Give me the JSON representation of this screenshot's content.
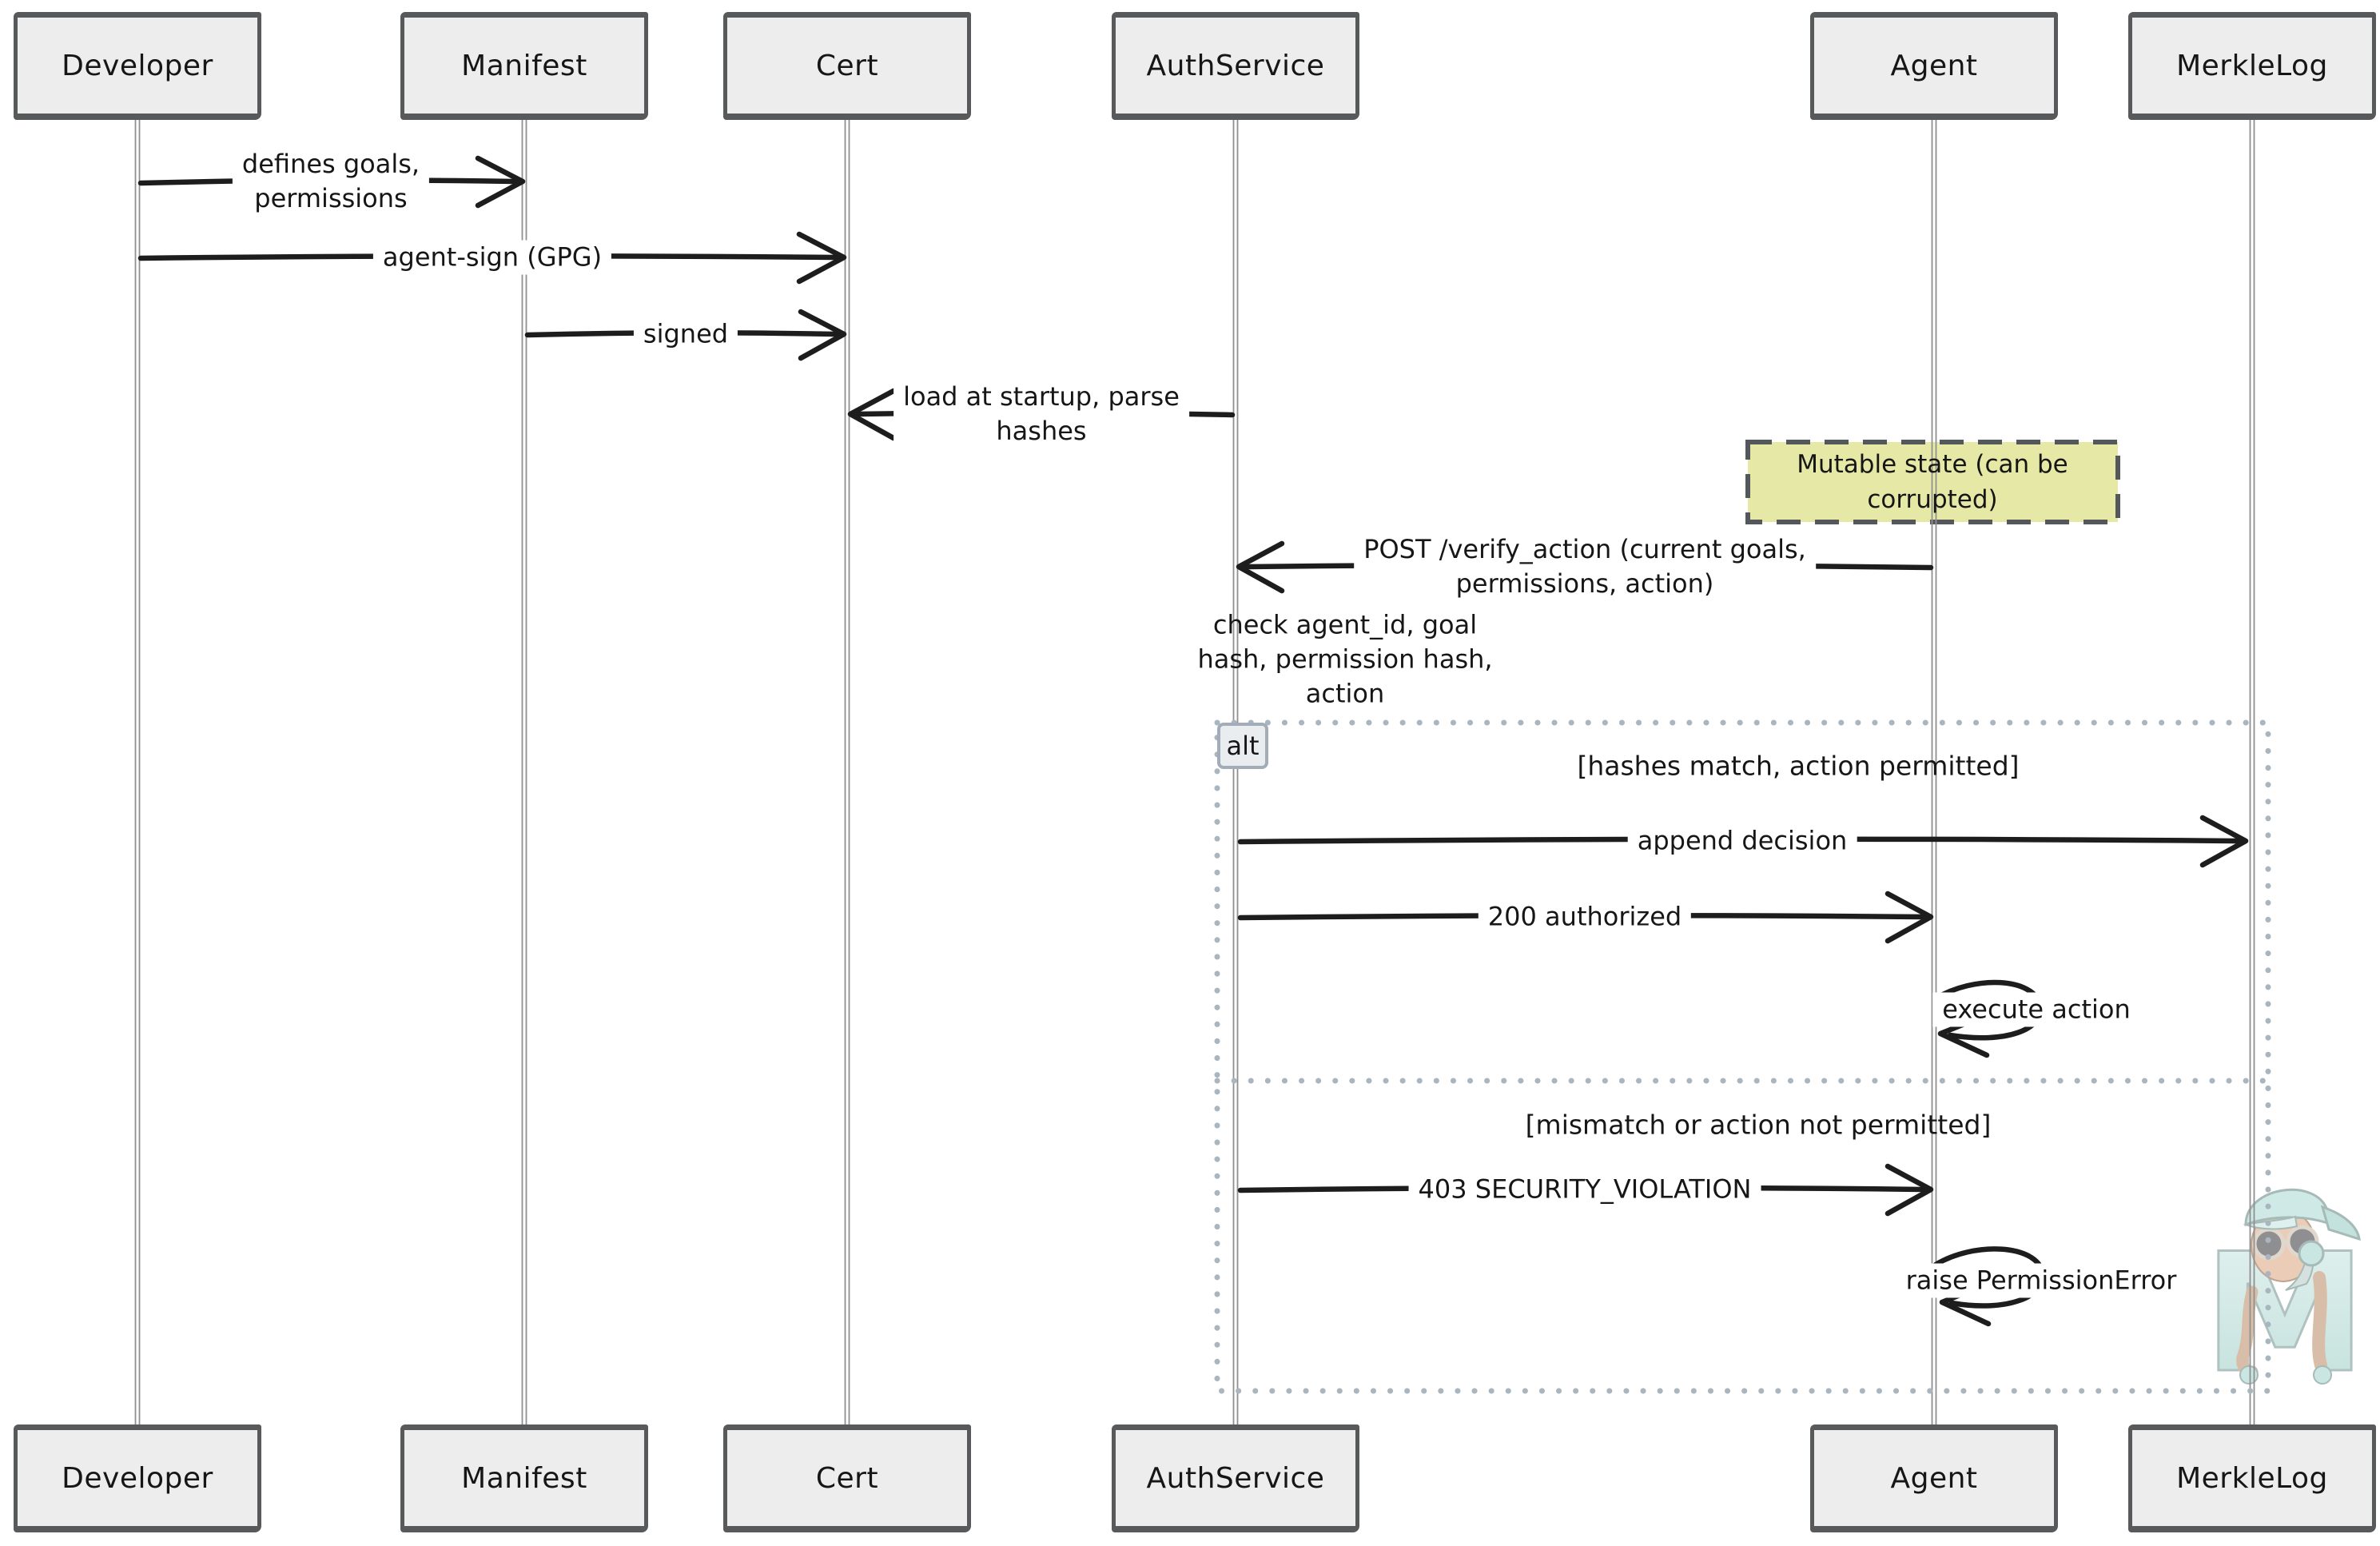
{
  "diagram": {
    "kind": "sequence-diagram",
    "actors": [
      {
        "label": "Developer"
      },
      {
        "label": "Manifest"
      },
      {
        "label": "Cert"
      },
      {
        "label": "AuthService"
      },
      {
        "label": "Agent"
      },
      {
        "label": "MerkleLog"
      }
    ],
    "messages": [
      {
        "lines": [
          "defines goals,",
          "permissions"
        ],
        "from": "Developer",
        "to": "Manifest"
      },
      {
        "lines": [
          "agent-sign (GPG)"
        ],
        "from": "Developer",
        "to": "Cert"
      },
      {
        "lines": [
          "signed"
        ],
        "from": "Manifest",
        "to": "Cert"
      },
      {
        "lines": [
          "load at startup, parse",
          "hashes"
        ],
        "from": "AuthService",
        "to": "Cert"
      },
      {
        "lines": [
          "POST /verify_action (current goals,",
          "permissions, action)"
        ],
        "from": "Agent",
        "to": "AuthService"
      },
      {
        "lines": [
          "check agent_id, goal",
          "hash, permission hash,",
          "action"
        ],
        "from": "AuthService",
        "to": "AuthService"
      },
      {
        "lines": [
          "append decision"
        ],
        "from": "AuthService",
        "to": "MerkleLog"
      },
      {
        "lines": [
          "200 authorized"
        ],
        "from": "AuthService",
        "to": "Agent"
      },
      {
        "lines": [
          "execute action"
        ],
        "from": "Agent",
        "to": "Agent"
      },
      {
        "lines": [
          "403 SECURITY_VIOLATION"
        ],
        "from": "AuthService",
        "to": "Agent"
      },
      {
        "lines": [
          "raise PermissionError"
        ],
        "from": "Agent",
        "to": "Agent"
      }
    ],
    "note": {
      "lines": [
        "Mutable state (can be",
        "corrupted)"
      ],
      "over": "Agent"
    },
    "alt": {
      "label": "alt",
      "conditions": [
        "[hashes match, action permitted]",
        "[mismatch or action not permitted]"
      ]
    },
    "colors": {
      "background": "#ffffff",
      "actor_fill": "#ededed",
      "actor_border": "#57595b",
      "lifeline": "#909090",
      "arrow": "#1d1d1d",
      "note_fill": "#e6e9a6",
      "note_border": "#54585c",
      "frame_dots": "#a9b6c0",
      "alt_label_fill": "#e9edf0",
      "alt_label_border": "#a2adb8",
      "mascot_teal": "#a8d8d2"
    }
  }
}
